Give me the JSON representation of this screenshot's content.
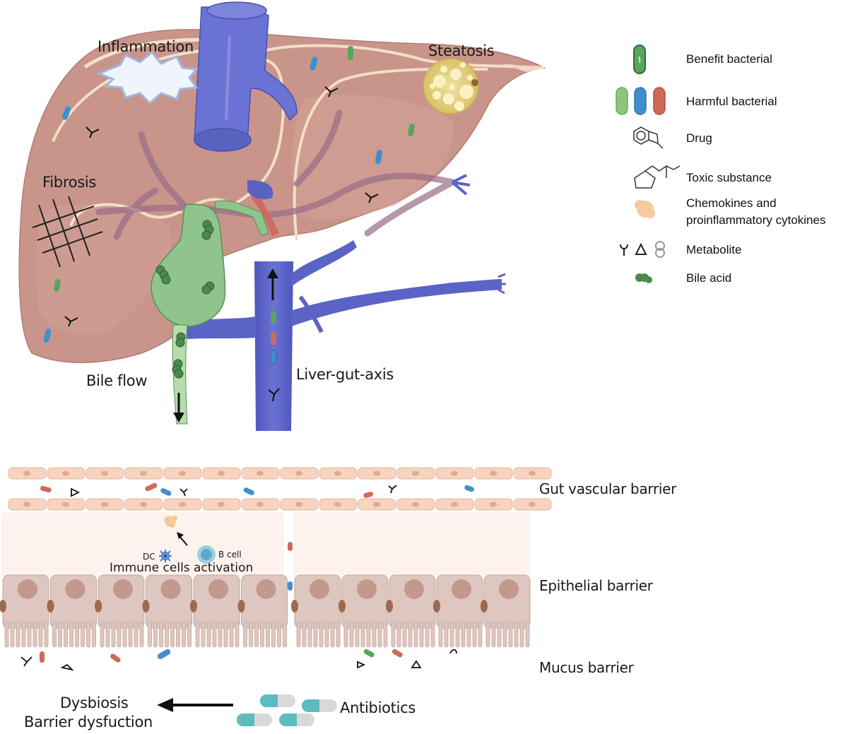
{
  "figure": {
    "liver": {
      "labels": {
        "inflammation": "Inflammation",
        "steatosis": "Steatosis",
        "fibrosis": "Fibrosis",
        "bile_flow": "Bile flow",
        "liver_gut_axis": "Liver-gut-axis"
      }
    },
    "legend": {
      "items": [
        {
          "icon": "benefit-bacteria-icon",
          "label": "Benefit bacterial"
        },
        {
          "icon": "harmful-bacteria-icon",
          "label": "Harmful bacterial"
        },
        {
          "icon": "drug-molecule-icon",
          "label": "Drug"
        },
        {
          "icon": "toxic-substance-icon",
          "label": "Toxic substance"
        },
        {
          "icon": "cytokine-cluster-icon",
          "label": "Chemokines and proinflammatory cytokines",
          "line1": "Chemokines and",
          "line2": "proinflammatory cytokines"
        },
        {
          "icon": "metabolite-icon",
          "label": "Metabolite"
        },
        {
          "icon": "bile-acid-icon",
          "label": "Bile acid"
        }
      ]
    },
    "gut": {
      "layers": {
        "vascular": "Gut vascular barrier",
        "epithelial": "Epithelial barrier",
        "mucus": "Mucus barrier"
      },
      "immune": {
        "dc": "DC",
        "b_cell": "B cell",
        "activation": "Immune cells activation"
      },
      "outcome": {
        "line1": "Dysbiosis",
        "line2": "Barrier dysfuction"
      },
      "antibiotics": "Antibiotics"
    },
    "colors": {
      "liver": "#c9958b",
      "liver_dark": "#b97e75",
      "vein": "#5b63c6",
      "gallbladder": "#8fc48d",
      "bile_acid": "#4a8a4c",
      "benefit_bacteria": "#5aa55c",
      "harmful_green": "#8bc67a",
      "harmful_blue": "#3e8fd0",
      "harmful_red": "#cf6a56",
      "endothelial": "#f6d4bf",
      "epithelial": "#ddc7c0",
      "lamina": "#fdf2ee",
      "pill_teal": "#5cbcbf"
    }
  }
}
